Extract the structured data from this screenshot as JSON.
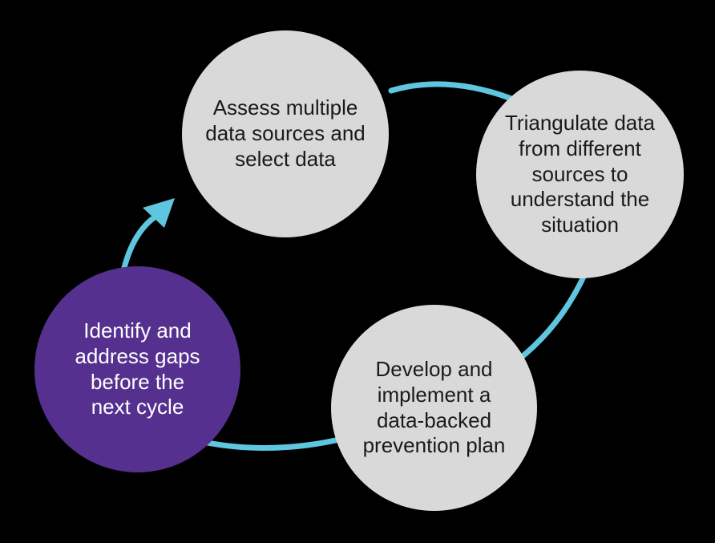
{
  "diagram": {
    "type": "cycle-diagram",
    "nodes": [
      {
        "id": "assess",
        "label": "Assess multiple\ndata sources and\nselect data"
      },
      {
        "id": "triangulate",
        "label": "Triangulate data\nfrom different\nsources to\nunderstand the\nsituation"
      },
      {
        "id": "develop",
        "label": "Develop and\nimplement a\ndata-backed\nprevention plan"
      },
      {
        "id": "identify",
        "label": "Identify and\naddress gaps\nbefore the\nnext cycle"
      }
    ],
    "connectors": [
      {
        "from": "assess",
        "to": "triangulate",
        "has_arrowhead": false
      },
      {
        "from": "triangulate",
        "to": "develop",
        "has_arrowhead": false
      },
      {
        "from": "develop",
        "to": "identify",
        "has_arrowhead": false
      },
      {
        "from": "identify",
        "to": "assess",
        "has_arrowhead": true
      }
    ],
    "colors": {
      "background": "#000000",
      "node_fill": "#D9D9D9",
      "node_text": "#1A1A1A",
      "highlight_fill": "#55308F",
      "highlight_text": "#FFFFFF",
      "connector": "#5EC6DE"
    }
  }
}
